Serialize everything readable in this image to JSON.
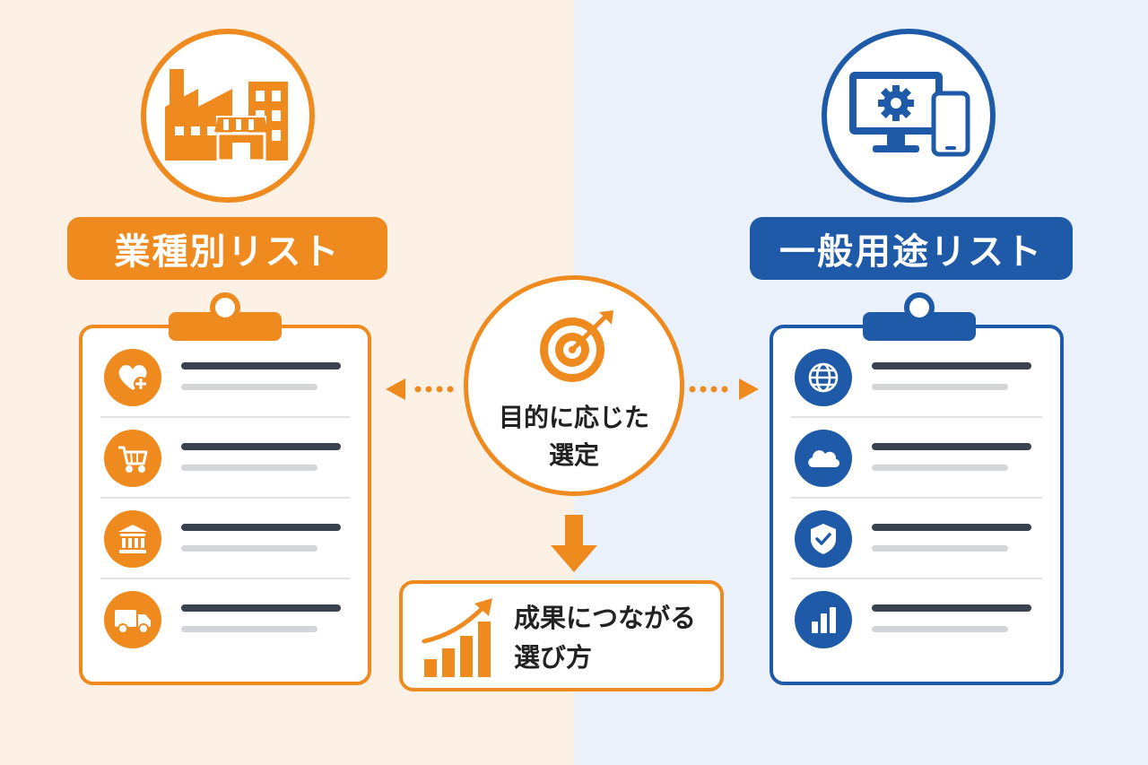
{
  "colors": {
    "orange": "#ef8a1f",
    "blue": "#1e5aa8",
    "left_bg": "#fdf1e6",
    "right_bg": "#eaf1fa"
  },
  "left": {
    "title": "業種別リスト",
    "header_icon": "factory-shop-icon",
    "items": [
      {
        "icon": "heart-plus-icon"
      },
      {
        "icon": "shopping-cart-icon"
      },
      {
        "icon": "bank-icon"
      },
      {
        "icon": "truck-icon"
      }
    ]
  },
  "right": {
    "title": "一般用途リスト",
    "header_icon": "monitor-gear-phone-icon",
    "items": [
      {
        "icon": "globe-icon"
      },
      {
        "icon": "cloud-icon"
      },
      {
        "icon": "shield-check-icon"
      },
      {
        "icon": "bar-chart-icon"
      }
    ]
  },
  "center": {
    "icon": "target-arrow-icon",
    "line1": "目的に応じた",
    "line2": "選定"
  },
  "result": {
    "icon": "growth-chart-icon",
    "line1": "成果につながる",
    "line2": "選び方"
  }
}
